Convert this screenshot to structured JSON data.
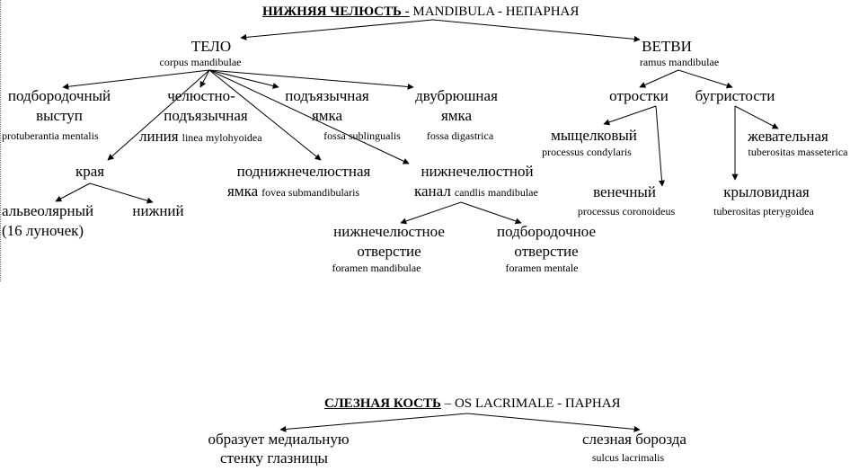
{
  "mandible": {
    "title_bold": "НИЖНЯЯ ЧЕЛЮСТЬ -",
    "title_rest": " MANDIBULA - НЕПАРНАЯ",
    "body": {
      "label": "ТЕЛО",
      "latin": "corpus mandibulae"
    },
    "ramus": {
      "label": "ВЕТВИ",
      "latin": "ramus mandibulae"
    },
    "chin": {
      "line1": "подбородочный",
      "line2": "выступ",
      "latin": "protuberantia mentalis"
    },
    "mylohyoid": {
      "line1": "челюстно-",
      "line2": "подъязычная",
      "line3": "линия",
      "latin": "linea mylohyoidea"
    },
    "sublingual": {
      "line1": "подъязычная",
      "line2": "ямка",
      "latin": "fossa sublingualis"
    },
    "digastric": {
      "line1": "двубрюшная",
      "line2": "ямка",
      "latin": "fossa digastrica"
    },
    "edges": {
      "label": "края"
    },
    "alveolar": {
      "line1": "альвеолярный",
      "line2": "(16 луночек)"
    },
    "lower": {
      "label": "нижний"
    },
    "submandibular": {
      "line1": "поднижнечелюстная",
      "line2": "ямка",
      "latin": "fovea submandibularis"
    },
    "canal": {
      "line1": "нижнечелюстной",
      "line2": "канал",
      "latin": "candlis mandibulae"
    },
    "mandibular_foramen": {
      "line1": "нижнечелюстное",
      "line2": "отверстие",
      "latin": "foramen mandibulae"
    },
    "mental_foramen": {
      "line1": "подбородочное",
      "line2": "отверстие",
      "latin": "foramen mentale"
    },
    "processes": {
      "label": "отростки"
    },
    "tuberosities": {
      "label": "бугристости"
    },
    "condylar": {
      "label": "мыщелковый",
      "latin": "processus condylaris"
    },
    "coronoid": {
      "label": "венечный",
      "latin": "processus coronoideus"
    },
    "masseteric": {
      "label": "жевательная",
      "latin": "tuberositas masseterica"
    },
    "pterygoid": {
      "label": "крыловидная",
      "latin": "tuberositas pterygoidea"
    }
  },
  "lacrimal": {
    "title_bold": "СЛЕЗНАЯ КОСТЬ",
    "title_rest": " – OS LACRIMALE - ПАРНАЯ",
    "wall": {
      "line1": "образует медиальную",
      "line2": "стенку глазницы"
    },
    "groove": {
      "label": "слезная борозда",
      "latin": "sulcus lacrimalis"
    }
  }
}
